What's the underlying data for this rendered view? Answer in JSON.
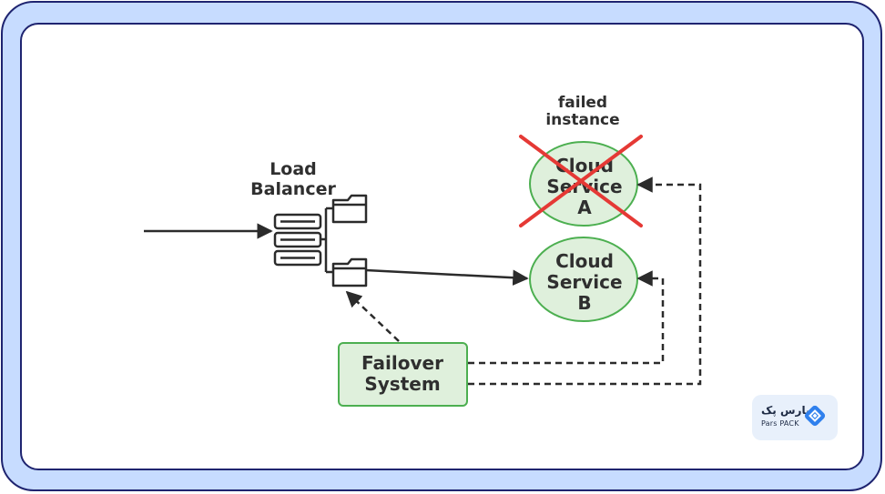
{
  "diagram": {
    "load_balancer": {
      "line1": "Load",
      "line2": "Balancer"
    },
    "failed_label": {
      "line1": "failed",
      "line2": "instance"
    },
    "service_a": {
      "line1": "Cloud",
      "line2": "Service",
      "line3": "A",
      "status": "failed"
    },
    "service_b": {
      "line1": "Cloud",
      "line2": "Service",
      "line3": "B",
      "status": "active"
    },
    "failover": {
      "line1": "Failover",
      "line2": "System"
    }
  },
  "logo": {
    "text_fa": "پارس پک",
    "text_en": "Pars PACK",
    "icon": "pars-pack-logo-icon"
  },
  "colors": {
    "frame_bg": "#c7dcff",
    "frame_border": "#1f2470",
    "node_fill": "#dff0dc",
    "node_stroke": "#4caf50",
    "failed_cross": "#e53935",
    "connector": "#2b2b2b"
  }
}
